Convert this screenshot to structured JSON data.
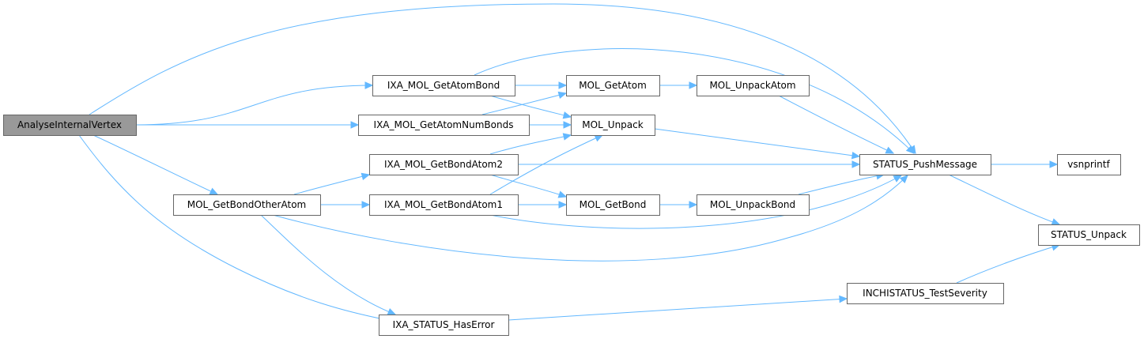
{
  "colors": {
    "edge": "#63b8ff",
    "node_border": "#666666",
    "node_fill": "#ffffff",
    "root_fill": "#999999",
    "text": "#000000"
  },
  "nodes": {
    "analyse_internal_vertex": "AnalyseInternalVertex",
    "mol_get_bond_other_atom": "MOL_GetBondOtherAtom",
    "ixa_mol_get_atom_bond": "IXA_MOL_GetAtomBond",
    "ixa_mol_get_atom_num_bonds": "IXA_MOL_GetAtomNumBonds",
    "ixa_mol_get_bond_atom2": "IXA_MOL_GetBondAtom2",
    "ixa_mol_get_bond_atom1": "IXA_MOL_GetBondAtom1",
    "ixa_status_has_error": "IXA_STATUS_HasError",
    "mol_get_atom": "MOL_GetAtom",
    "mol_unpack": "MOL_Unpack",
    "mol_get_bond": "MOL_GetBond",
    "mol_unpack_atom": "MOL_UnpackAtom",
    "mol_unpack_bond": "MOL_UnpackBond",
    "status_push_message": "STATUS_PushMessage",
    "inchistatus_test_severity": "INCHISTATUS_TestSeverity",
    "vsnprintf": "vsnprintf",
    "status_unpack": "STATUS_Unpack"
  },
  "edges": [
    [
      "analyse_internal_vertex",
      "status_push_message"
    ],
    [
      "analyse_internal_vertex",
      "ixa_mol_get_atom_bond"
    ],
    [
      "analyse_internal_vertex",
      "ixa_mol_get_atom_num_bonds"
    ],
    [
      "analyse_internal_vertex",
      "mol_get_bond_other_atom"
    ],
    [
      "analyse_internal_vertex",
      "ixa_status_has_error"
    ],
    [
      "ixa_mol_get_atom_bond",
      "status_push_message"
    ],
    [
      "ixa_mol_get_atom_bond",
      "mol_get_atom"
    ],
    [
      "ixa_mol_get_atom_bond",
      "mol_unpack"
    ],
    [
      "ixa_mol_get_atom_num_bonds",
      "mol_get_atom"
    ],
    [
      "ixa_mol_get_atom_num_bonds",
      "mol_unpack"
    ],
    [
      "mol_get_bond_other_atom",
      "ixa_mol_get_bond_atom2"
    ],
    [
      "mol_get_bond_other_atom",
      "ixa_mol_get_bond_atom1"
    ],
    [
      "mol_get_bond_other_atom",
      "status_push_message"
    ],
    [
      "mol_get_bond_other_atom",
      "ixa_status_has_error"
    ],
    [
      "ixa_mol_get_bond_atom2",
      "mol_unpack"
    ],
    [
      "ixa_mol_get_bond_atom2",
      "status_push_message"
    ],
    [
      "ixa_mol_get_bond_atom2",
      "mol_get_bond"
    ],
    [
      "ixa_mol_get_bond_atom1",
      "mol_unpack"
    ],
    [
      "ixa_mol_get_bond_atom1",
      "mol_get_bond"
    ],
    [
      "ixa_mol_get_bond_atom1",
      "status_push_message"
    ],
    [
      "mol_get_atom",
      "mol_unpack_atom"
    ],
    [
      "mol_unpack_atom",
      "status_push_message"
    ],
    [
      "mol_unpack",
      "status_push_message"
    ],
    [
      "mol_get_bond",
      "mol_unpack_bond"
    ],
    [
      "mol_unpack_bond",
      "status_push_message"
    ],
    [
      "status_push_message",
      "vsnprintf"
    ],
    [
      "status_push_message",
      "status_unpack"
    ],
    [
      "inchistatus_test_severity",
      "status_unpack"
    ],
    [
      "ixa_status_has_error",
      "inchistatus_test_severity"
    ]
  ]
}
